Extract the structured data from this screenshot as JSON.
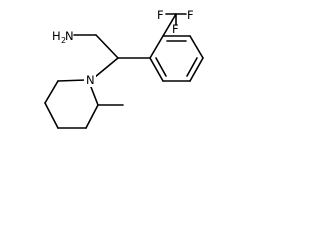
{
  "structure": {
    "atoms": {
      "amine": {
        "label": "H",
        "subscript": "2",
        "element": "N"
      },
      "nitrogen": {
        "label": "N"
      },
      "fluorine_1": {
        "label": "F"
      },
      "fluorine_2": {
        "label": "F"
      },
      "fluorine_3": {
        "label": "F"
      }
    },
    "colors": {
      "bond": "#000000",
      "label": "#000000",
      "background": "#ffffff"
    }
  }
}
